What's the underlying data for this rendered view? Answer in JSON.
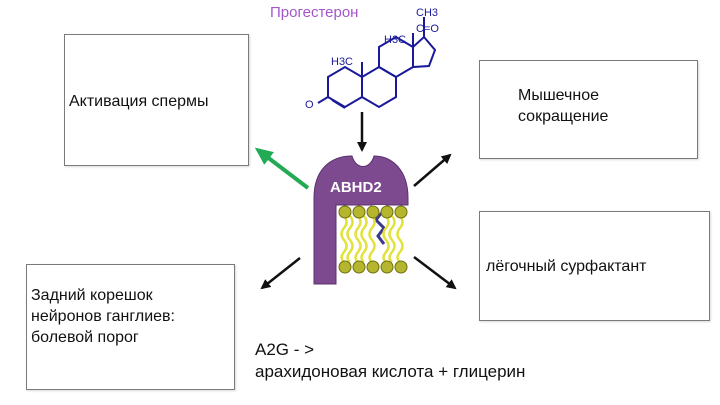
{
  "title": "Прогестерон",
  "enzyme_label": "ABHD2",
  "molecule_labels": {
    "methyl_top": "CH3",
    "carbonyl": "C=O",
    "methyl_ring1": "H3C",
    "methyl_ring2": "H3C",
    "oxygen": "O"
  },
  "boxes": {
    "sperm_activation": "Активация спермы",
    "muscle_contraction_line1": "Мышечное",
    "muscle_contraction_line2": "сокращение",
    "lung_surfactant": "лёгочный сурфактант",
    "dorsal_root_line1": "Задний корешок",
    "dorsal_root_line2": "нейронов ганглиев:",
    "dorsal_root_line3": "болевой порог"
  },
  "caption": {
    "line1": "A2G - >",
    "line2": "арахидоновая кислота + глицерин"
  },
  "colors": {
    "title": "#a555cc",
    "enzyme": "#7d4a8f",
    "molecule": "#1a1a99",
    "highlight_arrow": "#22aa55",
    "lipid_head": "#b5b52e",
    "lipid_tail": "#e2e23a"
  }
}
